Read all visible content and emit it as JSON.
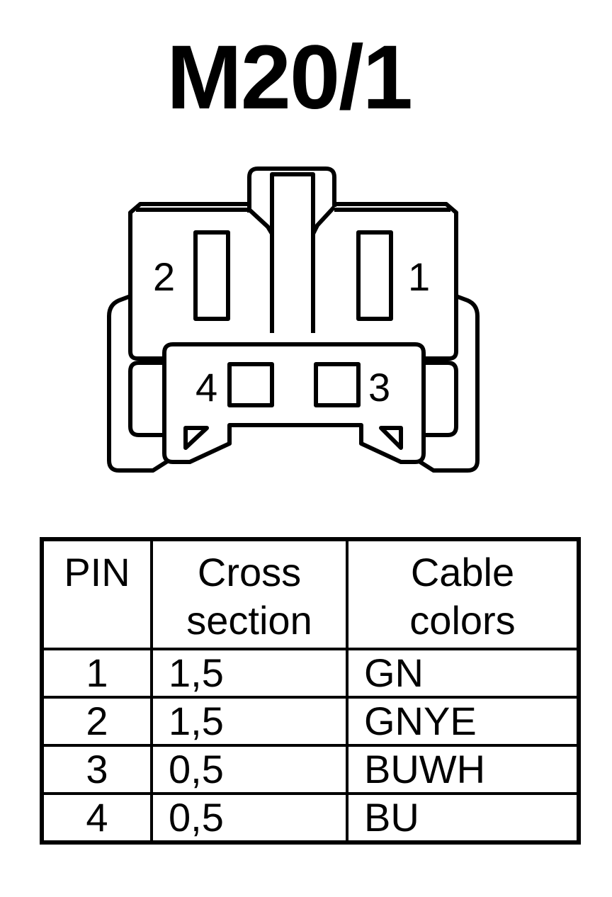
{
  "title": "M20/1",
  "connector": {
    "pin_labels": [
      "1",
      "2",
      "3",
      "4"
    ]
  },
  "table": {
    "headers": {
      "pin": "PIN",
      "cross_section": [
        "Cross",
        "section"
      ],
      "cable_colors": [
        "Cable",
        "colors"
      ]
    },
    "rows": [
      {
        "pin": "1",
        "cross_section": "1,5",
        "color": "GN"
      },
      {
        "pin": "2",
        "cross_section": "1,5",
        "color": "GNYE"
      },
      {
        "pin": "3",
        "cross_section": "0,5",
        "color": "BUWH"
      },
      {
        "pin": "4",
        "cross_section": "0,5",
        "color": "BU"
      }
    ]
  }
}
